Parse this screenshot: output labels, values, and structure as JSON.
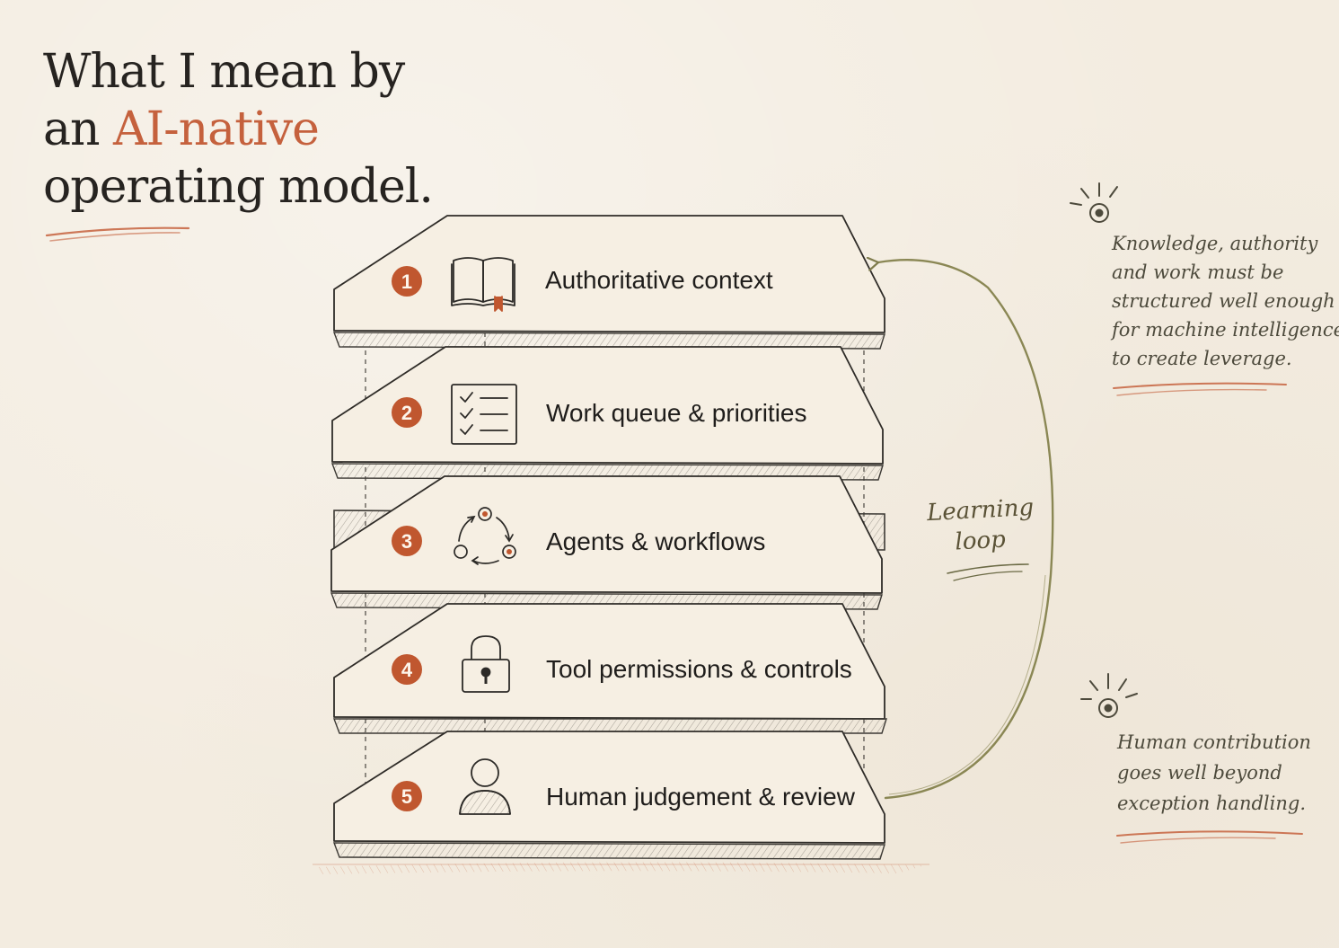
{
  "title": {
    "line1": "What I mean by",
    "line2_prefix": "an ",
    "line2_accent": "AI-native",
    "line3": "operating model."
  },
  "colors": {
    "background": "#f3ece0",
    "accent": "#c5613d",
    "ink": "#262320",
    "loop": "#8a8754"
  },
  "layers": [
    {
      "number": "1",
      "label": "Authoritative context",
      "icon": "open-book-icon"
    },
    {
      "number": "2",
      "label": "Work queue & priorities",
      "icon": "checklist-icon"
    },
    {
      "number": "3",
      "label": "Agents & workflows",
      "icon": "cycle-nodes-icon"
    },
    {
      "number": "4",
      "label": "Tool permissions & controls",
      "icon": "padlock-icon"
    },
    {
      "number": "5",
      "label": "Human judgement & review",
      "icon": "person-icon"
    }
  ],
  "loop": {
    "line1": "Learning",
    "line2": "loop"
  },
  "notes": [
    {
      "icon": "lightbulb-icon",
      "lines": [
        "Knowledge, authority",
        "and work must be",
        "structured well enough",
        "for machine intelligence",
        "to create leverage."
      ]
    },
    {
      "icon": "lightbulb-icon",
      "lines": [
        "Human contribution",
        "goes well beyond",
        "exception handling."
      ]
    }
  ]
}
